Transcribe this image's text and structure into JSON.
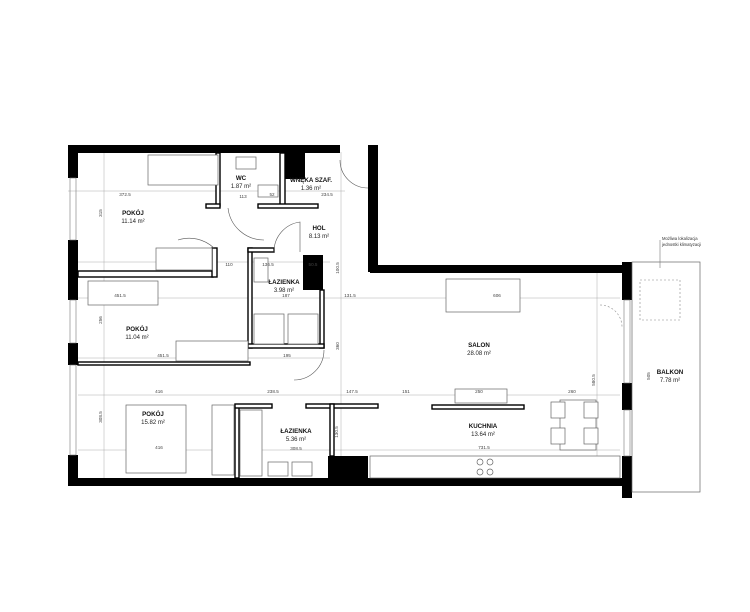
{
  "rooms": [
    {
      "name": "POKÓJ",
      "area": "11.14 m²"
    },
    {
      "name": "WC",
      "area": "1.87 m²"
    },
    {
      "name": "WNĘKA SZAF.",
      "area": "1.36 m²"
    },
    {
      "name": "HOL",
      "area": "8.13 m²"
    },
    {
      "name": "ŁAZIENKA",
      "area": "3.98 m²"
    },
    {
      "name": "POKÓJ",
      "area": "11.04 m²"
    },
    {
      "name": "SALON",
      "area": "28.08 m²"
    },
    {
      "name": "POKÓJ",
      "area": "15.82 m²"
    },
    {
      "name": "ŁAZIENKA",
      "area": "5.36 m²"
    },
    {
      "name": "KUCHNIA",
      "area": "13.64 m²"
    },
    {
      "name": "BALKON",
      "area": "7.78 m²"
    }
  ],
  "dimensions": [
    "372.5",
    "113",
    "52",
    "234.5",
    "315",
    "110",
    "136.5",
    "50.5",
    "100.5",
    "451.5",
    "187",
    "131.5",
    "606",
    "256",
    "451.5",
    "195",
    "360",
    "416",
    "238.5",
    "147.5",
    "151",
    "250",
    "260",
    "580.5",
    "505",
    "416",
    "308.5",
    "308.5",
    "731.5",
    "130.5"
  ],
  "annotation": {
    "line1": "Możliwa lokalizacja",
    "line2": "jednostki klimatyzacji"
  }
}
